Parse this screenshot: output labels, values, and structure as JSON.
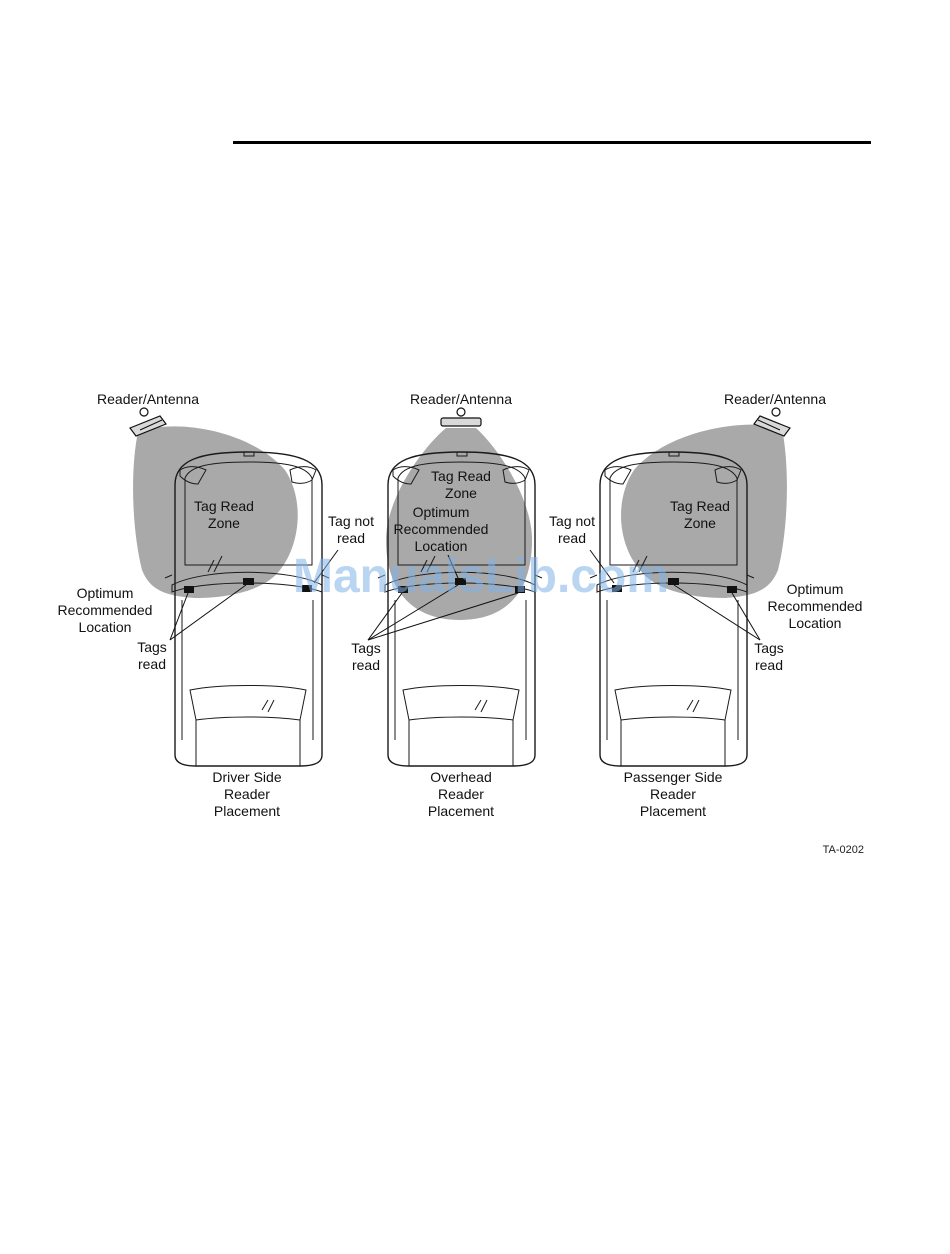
{
  "diagram": {
    "panels": [
      {
        "reader_label": "Reader/Antenna",
        "zone_label": [
          "Tag Read",
          "Zone"
        ],
        "tag_not_read": [
          "Tag not",
          "read"
        ],
        "optimum": [
          "Optimum",
          "Recommended",
          "Location"
        ],
        "tags_read": [
          "Tags",
          "read"
        ],
        "caption": [
          "Driver Side",
          "Reader",
          "Placement"
        ]
      },
      {
        "reader_label": "Reader/Antenna",
        "zone_label": [
          "Tag Read",
          "Zone"
        ],
        "optimum": [
          "Optimum",
          "Recommended",
          "Location"
        ],
        "tags_read": [
          "Tags",
          "read"
        ],
        "caption": [
          "Overhead",
          "Reader",
          "Placement"
        ]
      },
      {
        "reader_label": "Reader/Antenna",
        "zone_label": [
          "Tag Read",
          "Zone"
        ],
        "tag_not_read": [
          "Tag not",
          "read"
        ],
        "optimum": [
          "Optimum",
          "Recommended",
          "Location"
        ],
        "tags_read": [
          "Tags",
          "read"
        ],
        "caption": [
          "Passenger Side",
          "Reader",
          "Placement"
        ]
      }
    ],
    "figure_id": "TA-0202",
    "watermark": "ManualsLib.com"
  }
}
